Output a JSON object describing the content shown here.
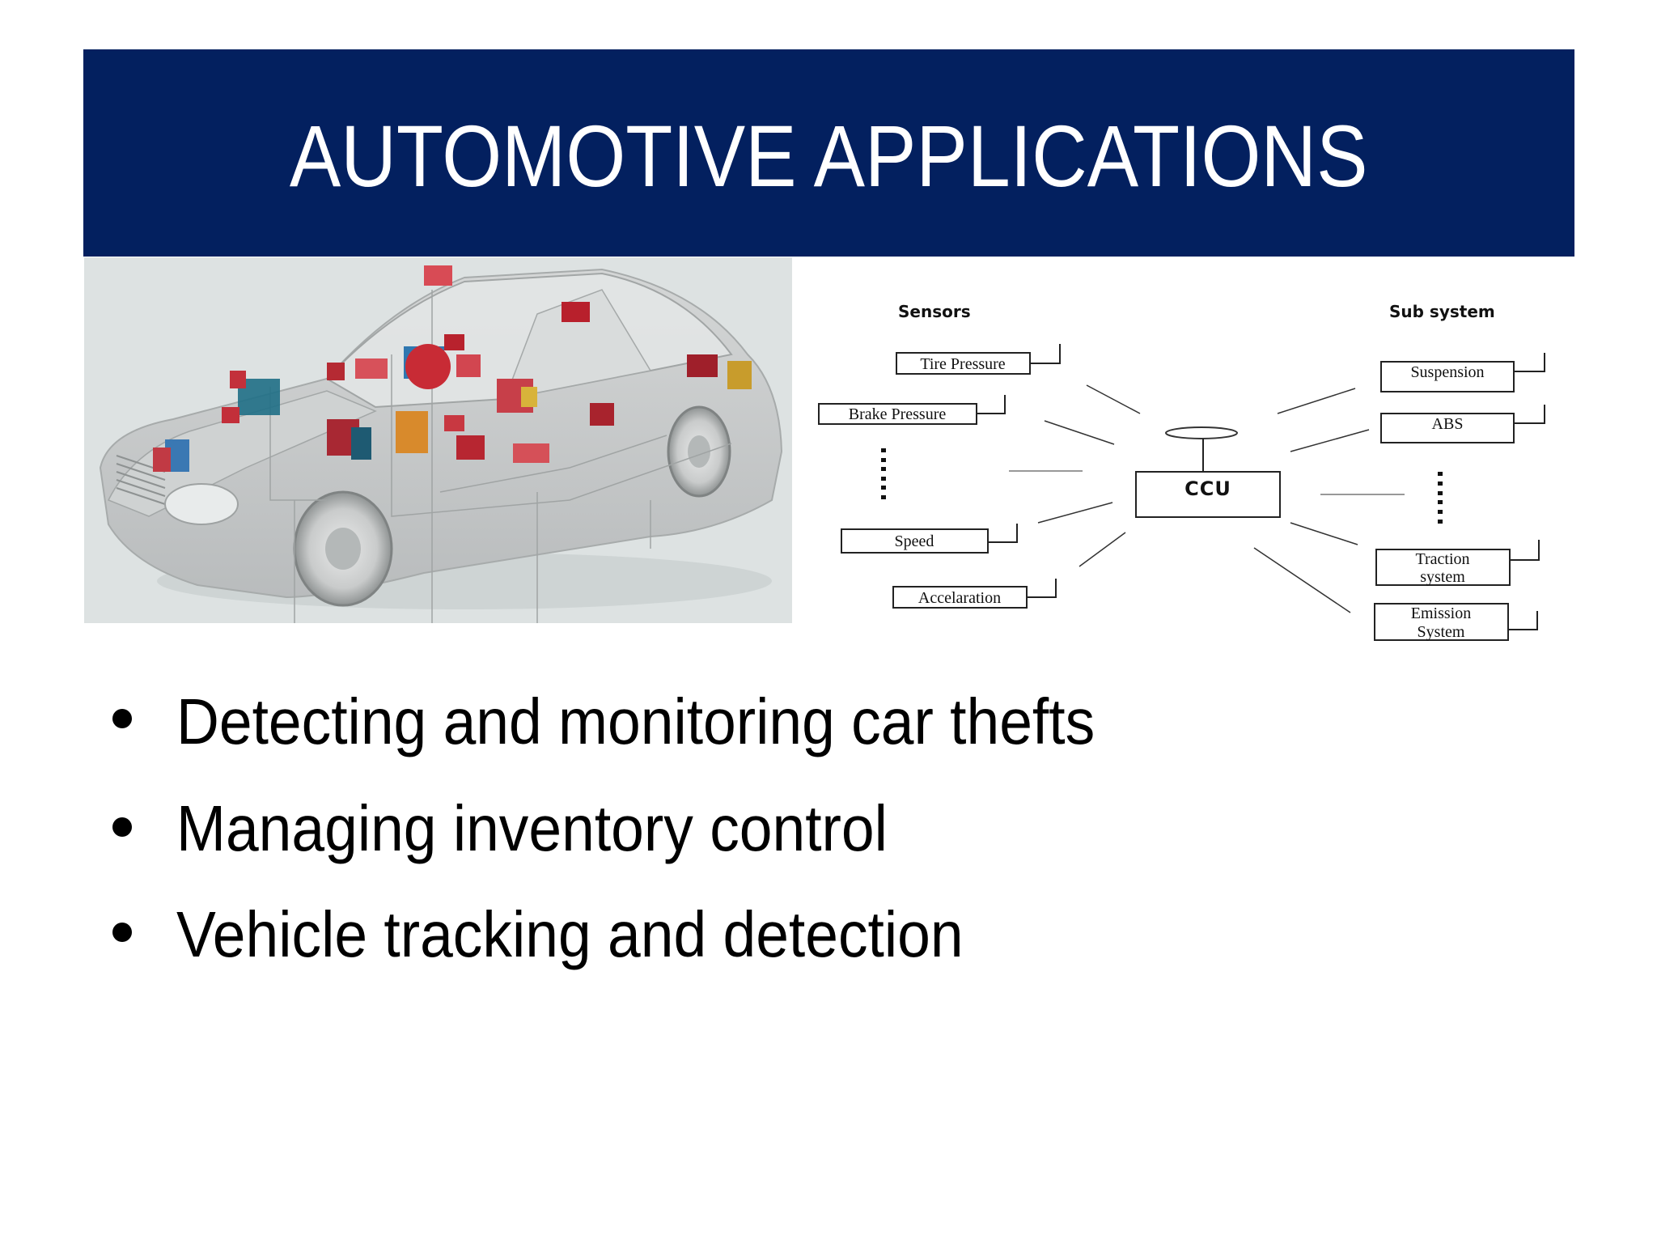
{
  "slide": {
    "title": "AUTOMOTIVE APPLICATIONS",
    "colors": {
      "title_band": "#03205f",
      "title_text": "#ffffff",
      "body_text": "#000000",
      "picture_background": "#dde2e2"
    }
  },
  "car_picture": {
    "description": "Cutaway illustration of a sedan showing electronic control units and wiring"
  },
  "diagram": {
    "sensors_heading": "Sensors",
    "subsystem_heading": "Sub system",
    "center_label": "CCU",
    "sensors": [
      {
        "label": "Tire Pressure"
      },
      {
        "label": "Brake Pressure"
      },
      {
        "label": "Speed"
      },
      {
        "label": "Accelaration"
      }
    ],
    "subsystems": [
      {
        "label": "Suspension"
      },
      {
        "label": "ABS"
      },
      {
        "label_line1": "Traction",
        "label_line2": "system"
      },
      {
        "label_line1": "Emission",
        "label_line2": "System"
      }
    ]
  },
  "bullets": [
    {
      "text": "Detecting and monitoring car thefts"
    },
    {
      "text": "Managing inventory control"
    },
    {
      "text": "Vehicle tracking and detection"
    }
  ]
}
